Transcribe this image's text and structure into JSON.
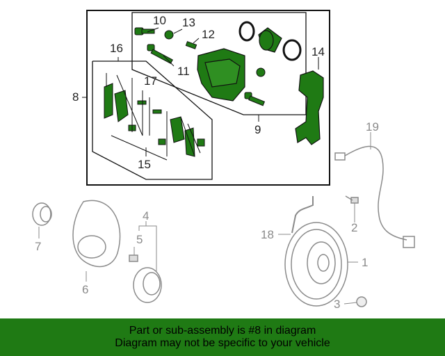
{
  "labels": {
    "l1": "1",
    "l2": "2",
    "l3": "3",
    "l4": "4",
    "l5": "5",
    "l6": "6",
    "l7": "7",
    "l8": "8",
    "l9": "9",
    "l10": "10",
    "l11": "11",
    "l12": "12",
    "l13": "13",
    "l14": "14",
    "l15": "15",
    "l16": "16",
    "l17": "17",
    "l18": "18",
    "l19": "19"
  },
  "banner": {
    "line1": "Part or sub-assembly is #8 in diagram",
    "line2": "Diagram may not be specific to your vehicle"
  },
  "colors": {
    "highlight": "#1f7a14",
    "banner_bg": "#1f7a14",
    "outline": "#111111",
    "gray_part": "#9a9a9a"
  }
}
